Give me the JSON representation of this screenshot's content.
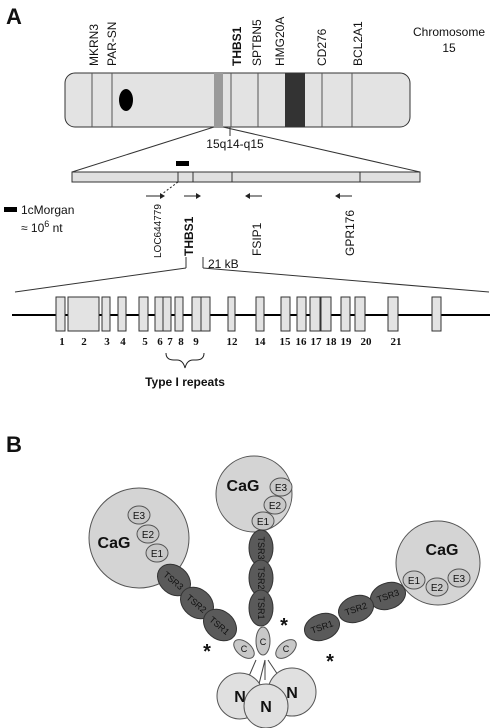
{
  "panel_a": {
    "label": "A",
    "chromosome": {
      "name_line1": "Chromosome",
      "name_line2": "15",
      "genes": [
        "MKRN3",
        "PAR-SN",
        "THBS1",
        "SPTBN5",
        "HMG20A",
        "CD276",
        "BCL2A1"
      ],
      "band": "15q14-q15"
    },
    "region": {
      "genes": [
        "LOC644779",
        "THBS1",
        "FSIP1",
        "GPR176"
      ]
    },
    "scale": {
      "line1": "1cMorgan",
      "line2_prefix": "≈ 10",
      "line2_sup": "6",
      "line2_suffix": " nt"
    },
    "gene_size": "21 kB",
    "exons": [
      "1",
      "2",
      "3",
      "4",
      "5",
      "6",
      "7",
      "8",
      "9",
      "12",
      "14",
      "15",
      "16",
      "17",
      "18",
      "19",
      "20",
      "21"
    ],
    "repeats_label": "Type I repeats"
  },
  "panel_b": {
    "label": "B",
    "cag": "CaG",
    "e_domains": [
      "E1",
      "E2",
      "E3"
    ],
    "tsr_domains": [
      "TSR1",
      "TSR2",
      "TSR3"
    ],
    "c_domain": "C",
    "n_domain": "N",
    "asterisk": "*"
  }
}
